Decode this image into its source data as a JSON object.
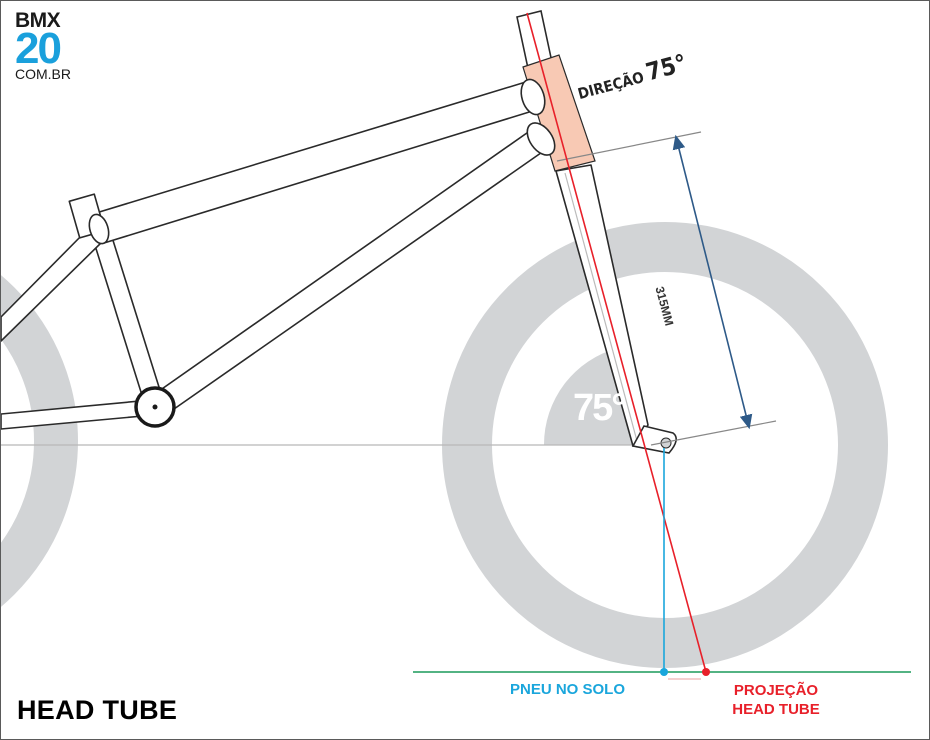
{
  "logo": {
    "top": "BMX",
    "number": "20",
    "bottom": "COM.BR"
  },
  "title": "HEAD TUBE",
  "labels": {
    "steering_word": "DIREÇÃO",
    "steering_angle": "75°",
    "angle_marker": "75°",
    "fork_length": "315MM",
    "tire_ground": "PNEU NO SOLO",
    "projection_line1": "PROJEÇÃO",
    "projection_line2": "HEAD TUBE"
  },
  "colors": {
    "frame_stroke": "#2a2a2a",
    "tire": "#d2d4d6",
    "head_tube": "#f8c9b4",
    "steering_axis": "#e8202a",
    "ground_contact": "#1aa6dc",
    "ground_line": "#1a9a5a",
    "dimension_arrow": "#2e5a88",
    "logo_blue": "#1aa0dc"
  }
}
